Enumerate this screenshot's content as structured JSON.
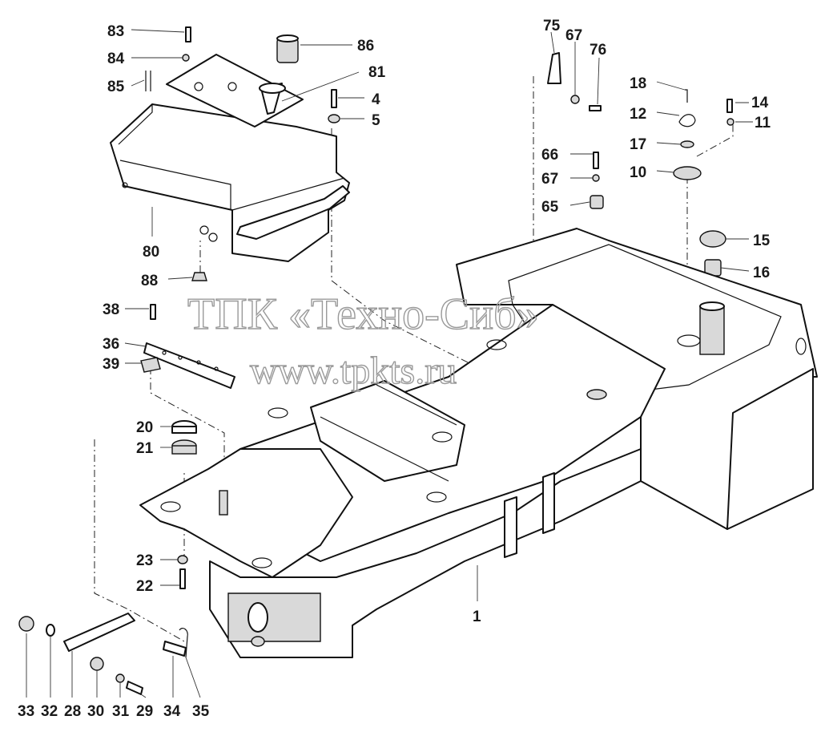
{
  "watermark": {
    "line1": "ТПК «Техно-Сиб»",
    "line2": "www.tpkts.ru"
  },
  "labels": [
    {
      "id": "83",
      "text": "83"
    },
    {
      "id": "84",
      "text": "84"
    },
    {
      "id": "85",
      "text": "85"
    },
    {
      "id": "86",
      "text": "86"
    },
    {
      "id": "81",
      "text": "81"
    },
    {
      "id": "4",
      "text": "4"
    },
    {
      "id": "5",
      "text": "5"
    },
    {
      "id": "80",
      "text": "80"
    },
    {
      "id": "88",
      "text": "88"
    },
    {
      "id": "75",
      "text": "75"
    },
    {
      "id": "67a",
      "text": "67"
    },
    {
      "id": "76",
      "text": "76"
    },
    {
      "id": "66",
      "text": "66"
    },
    {
      "id": "67b",
      "text": "67"
    },
    {
      "id": "65",
      "text": "65"
    },
    {
      "id": "18",
      "text": "18"
    },
    {
      "id": "12",
      "text": "12"
    },
    {
      "id": "17",
      "text": "17"
    },
    {
      "id": "10",
      "text": "10"
    },
    {
      "id": "14",
      "text": "14"
    },
    {
      "id": "11",
      "text": "11"
    },
    {
      "id": "15",
      "text": "15"
    },
    {
      "id": "16",
      "text": "16"
    },
    {
      "id": "38",
      "text": "38"
    },
    {
      "id": "36",
      "text": "36"
    },
    {
      "id": "39",
      "text": "39"
    },
    {
      "id": "20",
      "text": "20"
    },
    {
      "id": "21",
      "text": "21"
    },
    {
      "id": "23",
      "text": "23"
    },
    {
      "id": "22",
      "text": "22"
    },
    {
      "id": "1",
      "text": "1"
    },
    {
      "id": "33",
      "text": "33"
    },
    {
      "id": "32",
      "text": "32"
    },
    {
      "id": "28",
      "text": "28"
    },
    {
      "id": "30",
      "text": "30"
    },
    {
      "id": "31",
      "text": "31"
    },
    {
      "id": "29",
      "text": "29"
    },
    {
      "id": "34",
      "text": "34"
    },
    {
      "id": "35",
      "text": "35"
    }
  ]
}
